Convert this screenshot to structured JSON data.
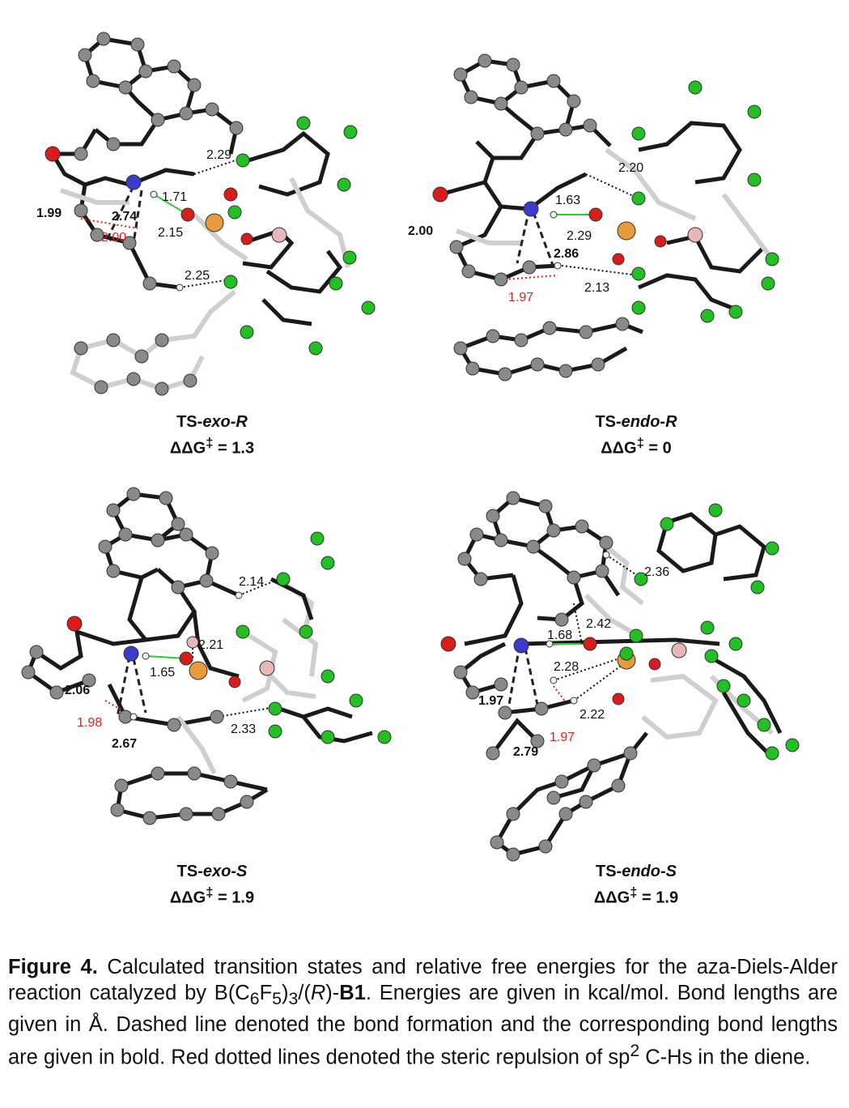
{
  "panels": [
    {
      "label_prefix": "TS-",
      "label_italic": "exo-R",
      "energy_prefix": "ΔΔG",
      "energy_sup": "‡",
      "energy_value": " = 1.3",
      "bond_labels": {
        "d1": "2.29",
        "d2": "1.71",
        "d3": "1.99",
        "d4": "2.74",
        "d5": "2.00",
        "d6": "2.15",
        "d7": "2.25"
      }
    },
    {
      "label_prefix": "TS-",
      "label_italic": "endo-R",
      "energy_prefix": "ΔΔG",
      "energy_sup": "‡",
      "energy_value": " = 0",
      "bond_labels": {
        "d1": "2.20",
        "d2": "1.63",
        "d3": "2.00",
        "d4": "2.29",
        "d5": "2.86",
        "d6": "1.97",
        "d7": "2.13"
      }
    },
    {
      "label_prefix": "TS-",
      "label_italic": "exo-S",
      "energy_prefix": "ΔΔG",
      "energy_sup": "‡",
      "energy_value": " = 1.9",
      "bond_labels": {
        "d1": "2.14",
        "d2": "2.21",
        "d3": "1.65",
        "d4": "2.06",
        "d5": "1.98",
        "d6": "2.67",
        "d7": "2.33"
      }
    },
    {
      "label_prefix": "TS-",
      "label_italic": "endo-S",
      "energy_prefix": "ΔΔG",
      "energy_sup": "‡",
      "energy_value": " = 1.9",
      "bond_labels": {
        "d1": "2.36",
        "d2": "2.42",
        "d3": "1.68",
        "d4": "2.28",
        "d5": "1.97",
        "d6": "2.22",
        "d7": "1.97",
        "d8": "2.79"
      }
    }
  ],
  "caption": {
    "figure_label": "Figure 4.",
    "text_1": " Calculated transition states and relative free energies for the aza-Diels-Alder reaction catalyzed by B(C",
    "sub_1": "6",
    "text_2": "F",
    "sub_2": "5",
    "text_3": ")",
    "sub_3": "3",
    "text_4": "/(",
    "italic_R": "R",
    "text_5": ")-",
    "bold_B1": "B1",
    "text_6": ". Energies are given in kcal/mol. Bond lengths are given in Å. Dashed line denoted the bond formation and the corresponding bond lengths are given in bold. Red dotted lines denoted the steric repulsion of sp",
    "sup_1": "2",
    "text_7": " C-Hs in the diene."
  },
  "colors": {
    "carbon": "#8a8a8a",
    "carbon_faded": "#d8d8d8",
    "fluorine": "#22c022",
    "oxygen": "#d81c1c",
    "nitrogen": "#3a3acc",
    "phosphorus": "#e89a3c",
    "boron": "#e8b8b8",
    "hydrogen": "#f0f0f0",
    "repulsion": "#e02020",
    "hbond": "#32c832"
  }
}
